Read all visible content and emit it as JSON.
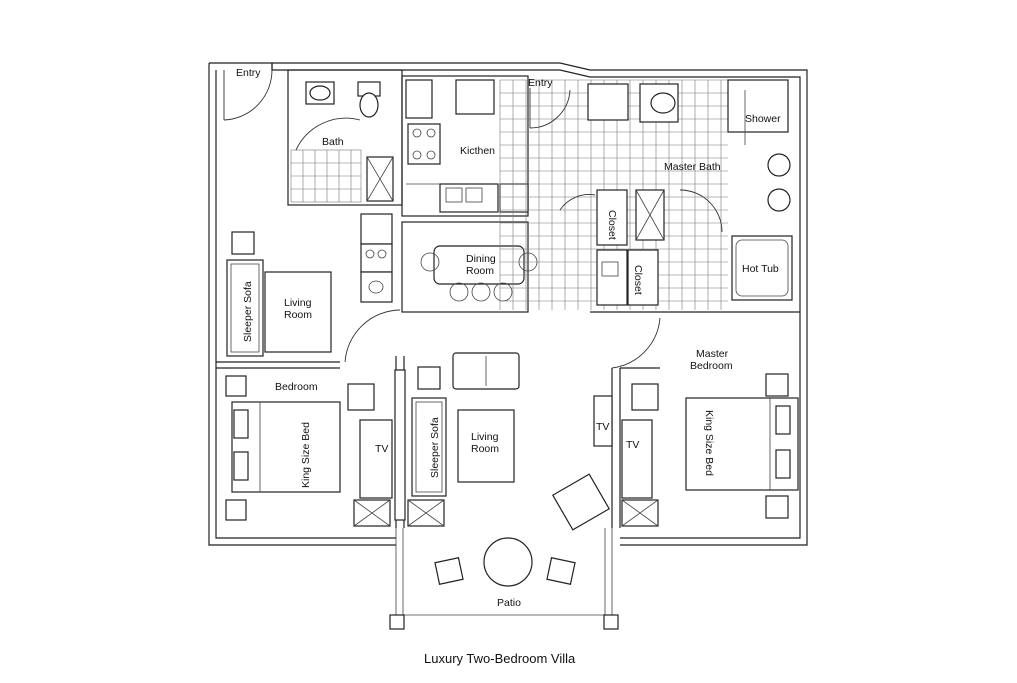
{
  "title": "Luxury Two-Bedroom Villa",
  "rooms": {
    "entry_left": "Entry",
    "entry_center": "Entry",
    "bath": "Bath",
    "kitchen": "Kicthen",
    "master_bath": "Master Bath",
    "shower": "Shower",
    "closet_1": "Closet",
    "closet_2": "Closet",
    "hot_tub": "Hot Tub",
    "dining_room_1": "Dining",
    "dining_room_2": "Room",
    "living_room_left_1": "Living",
    "living_room_left_2": "Room",
    "sleeper_sofa_left": "Sleeper Sofa",
    "bedroom": "Bedroom",
    "king_bed_left": "King Size Bed",
    "tv_left": "TV",
    "sleeper_sofa_center": "Sleeper Sofa",
    "living_room_center_1": "Living",
    "living_room_center_2": "Room",
    "tv_center_1": "TV",
    "tv_center_2": "TV",
    "master_bedroom_1": "Master",
    "master_bedroom_2": "Bedroom",
    "king_bed_right": "King Size Bed",
    "patio": "Patio"
  }
}
